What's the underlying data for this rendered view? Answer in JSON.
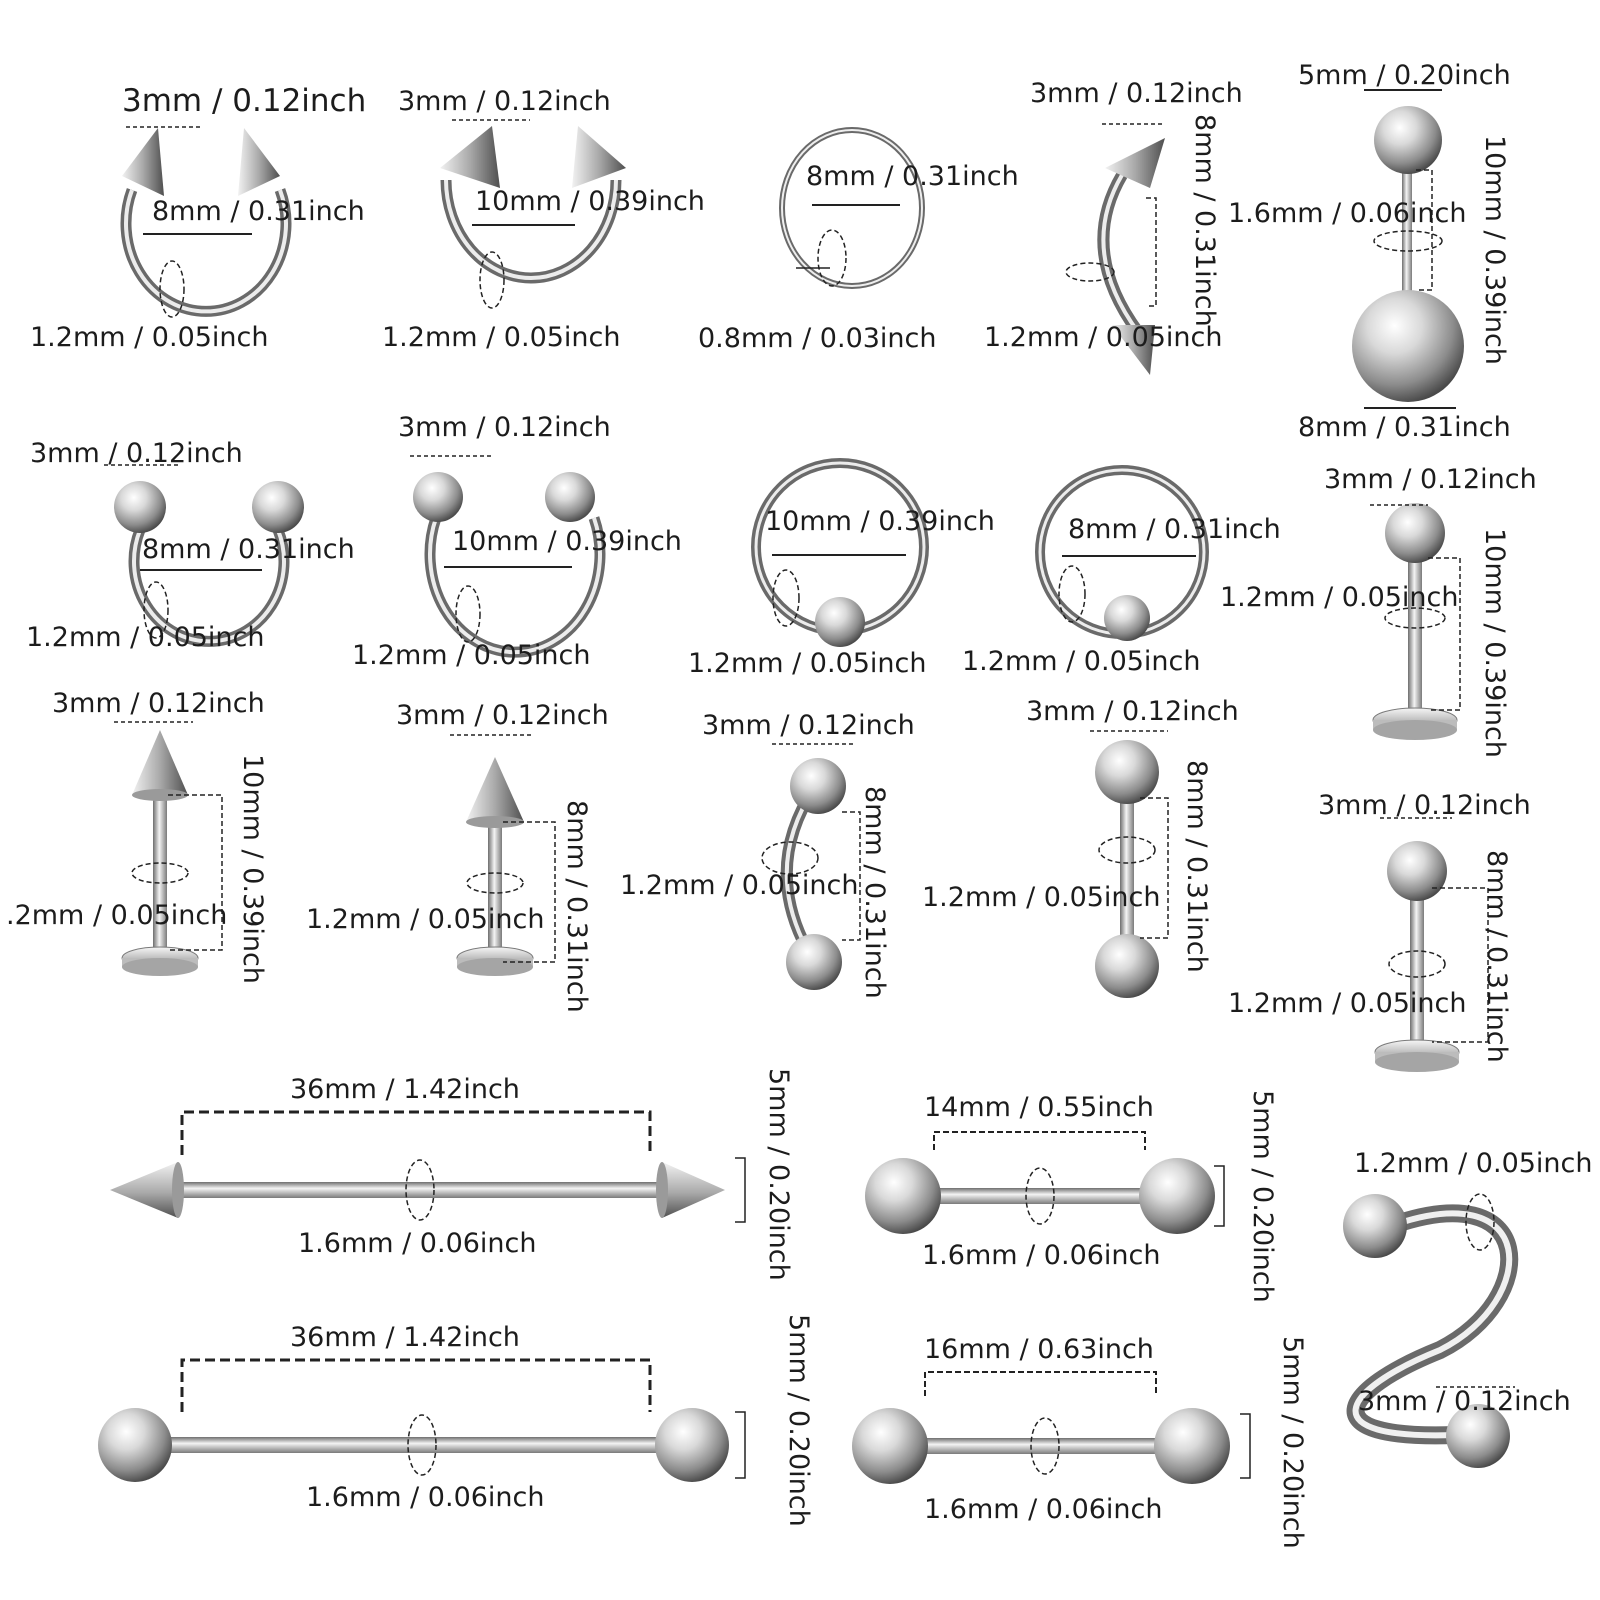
{
  "colors": {
    "metal_light": "#f7f7f7",
    "metal_mid": "#bdbdbd",
    "metal_dark": "#5a5a5a",
    "dim_line": "#222222",
    "label": "#1c1c1c"
  },
  "products": [
    {
      "name": "spike-horseshoe-8mm",
      "labels": {
        "ball": "3mm / 0.12inch",
        "diameter": "8mm / 0.31inch",
        "gauge": "1.2mm / 0.05inch"
      }
    },
    {
      "name": "spike-horseshoe-10mm",
      "labels": {
        "ball": "3mm / 0.12inch",
        "diameter": "10mm / 0.39inch",
        "gauge": "1.2mm / 0.05inch"
      }
    },
    {
      "name": "seamless-ring",
      "labels": {
        "diameter": "8mm / 0.31inch",
        "gauge": "0.8mm / 0.03inch"
      }
    },
    {
      "name": "spike-curved-barbell",
      "labels": {
        "ball": "3mm / 0.12inch",
        "length": "8mm / 0.31inch",
        "gauge": "1.2mm / 0.05inch"
      }
    },
    {
      "name": "belly-button-ring",
      "labels": {
        "top_ball": "5mm / 0.20inch",
        "gauge": "1.6mm / 0.06inch",
        "length": "10mm / 0.39inch",
        "bottom_ball": "8mm / 0.31inch"
      }
    },
    {
      "name": "ball-horseshoe-8mm",
      "labels": {
        "ball": "3mm / 0.12inch",
        "diameter": "8mm / 0.31inch",
        "gauge": "1.2mm / 0.05inch"
      }
    },
    {
      "name": "ball-horseshoe-10mm",
      "labels": {
        "ball": "3mm / 0.12inch",
        "diameter": "10mm / 0.39inch",
        "gauge": "1.2mm / 0.05inch"
      }
    },
    {
      "name": "captive-bead-ring-10mm",
      "labels": {
        "diameter": "10mm / 0.39inch",
        "gauge": "1.2mm / 0.05inch"
      }
    },
    {
      "name": "captive-bead-ring-8mm",
      "labels": {
        "diameter": "8mm / 0.31inch",
        "gauge": "1.2mm / 0.05inch"
      }
    },
    {
      "name": "ball-labret-10mm",
      "labels": {
        "ball": "3mm / 0.12inch",
        "gauge": "1.2mm / 0.05inch",
        "length": "10mm / 0.39inch"
      }
    },
    {
      "name": "spike-labret-10mm",
      "labels": {
        "ball": "3mm / 0.12inch",
        "gauge": ".2mm / 0.05inch",
        "length": "10mm / 0.39inch"
      }
    },
    {
      "name": "spike-labret-8mm",
      "labels": {
        "ball": "3mm / 0.12inch",
        "gauge": "1.2mm / 0.05inch",
        "length": "8mm / 0.31inch"
      }
    },
    {
      "name": "ball-curved-barbell",
      "labels": {
        "ball": "3mm / 0.12inch",
        "gauge": "1.2mm / 0.05inch",
        "length": "8mm / 0.31inch"
      }
    },
    {
      "name": "ball-straight-barbell",
      "labels": {
        "ball": "3mm / 0.12inch",
        "gauge": "1.2mm / 0.05inch",
        "length": "8mm / 0.31inch"
      }
    },
    {
      "name": "ball-labret-8mm",
      "labels": {
        "ball": "3mm / 0.12inch",
        "gauge": "1.2mm / 0.05inch",
        "length": "8mm / 0.31inch"
      }
    },
    {
      "name": "spike-industrial-barbell",
      "labels": {
        "length": "36mm / 1.42inch",
        "gauge": "1.6mm / 0.06inch",
        "ball": "5mm / 0.20inch"
      }
    },
    {
      "name": "ball-industrial-barbell",
      "labels": {
        "length": "36mm / 1.42inch",
        "gauge": "1.6mm / 0.06inch",
        "ball": "5mm / 0.20inch"
      }
    },
    {
      "name": "tongue-barbell-14mm",
      "labels": {
        "length": "14mm / 0.55inch",
        "gauge": "1.6mm / 0.06inch",
        "ball": "5mm / 0.20inch"
      }
    },
    {
      "name": "tongue-barbell-16mm",
      "labels": {
        "length": "16mm / 0.63inch",
        "gauge": "1.6mm / 0.06inch",
        "ball": "5mm / 0.20inch"
      }
    },
    {
      "name": "spiral-twister",
      "labels": {
        "gauge": "1.2mm / 0.05inch",
        "ball": "3mm / 0.12inch"
      }
    }
  ]
}
